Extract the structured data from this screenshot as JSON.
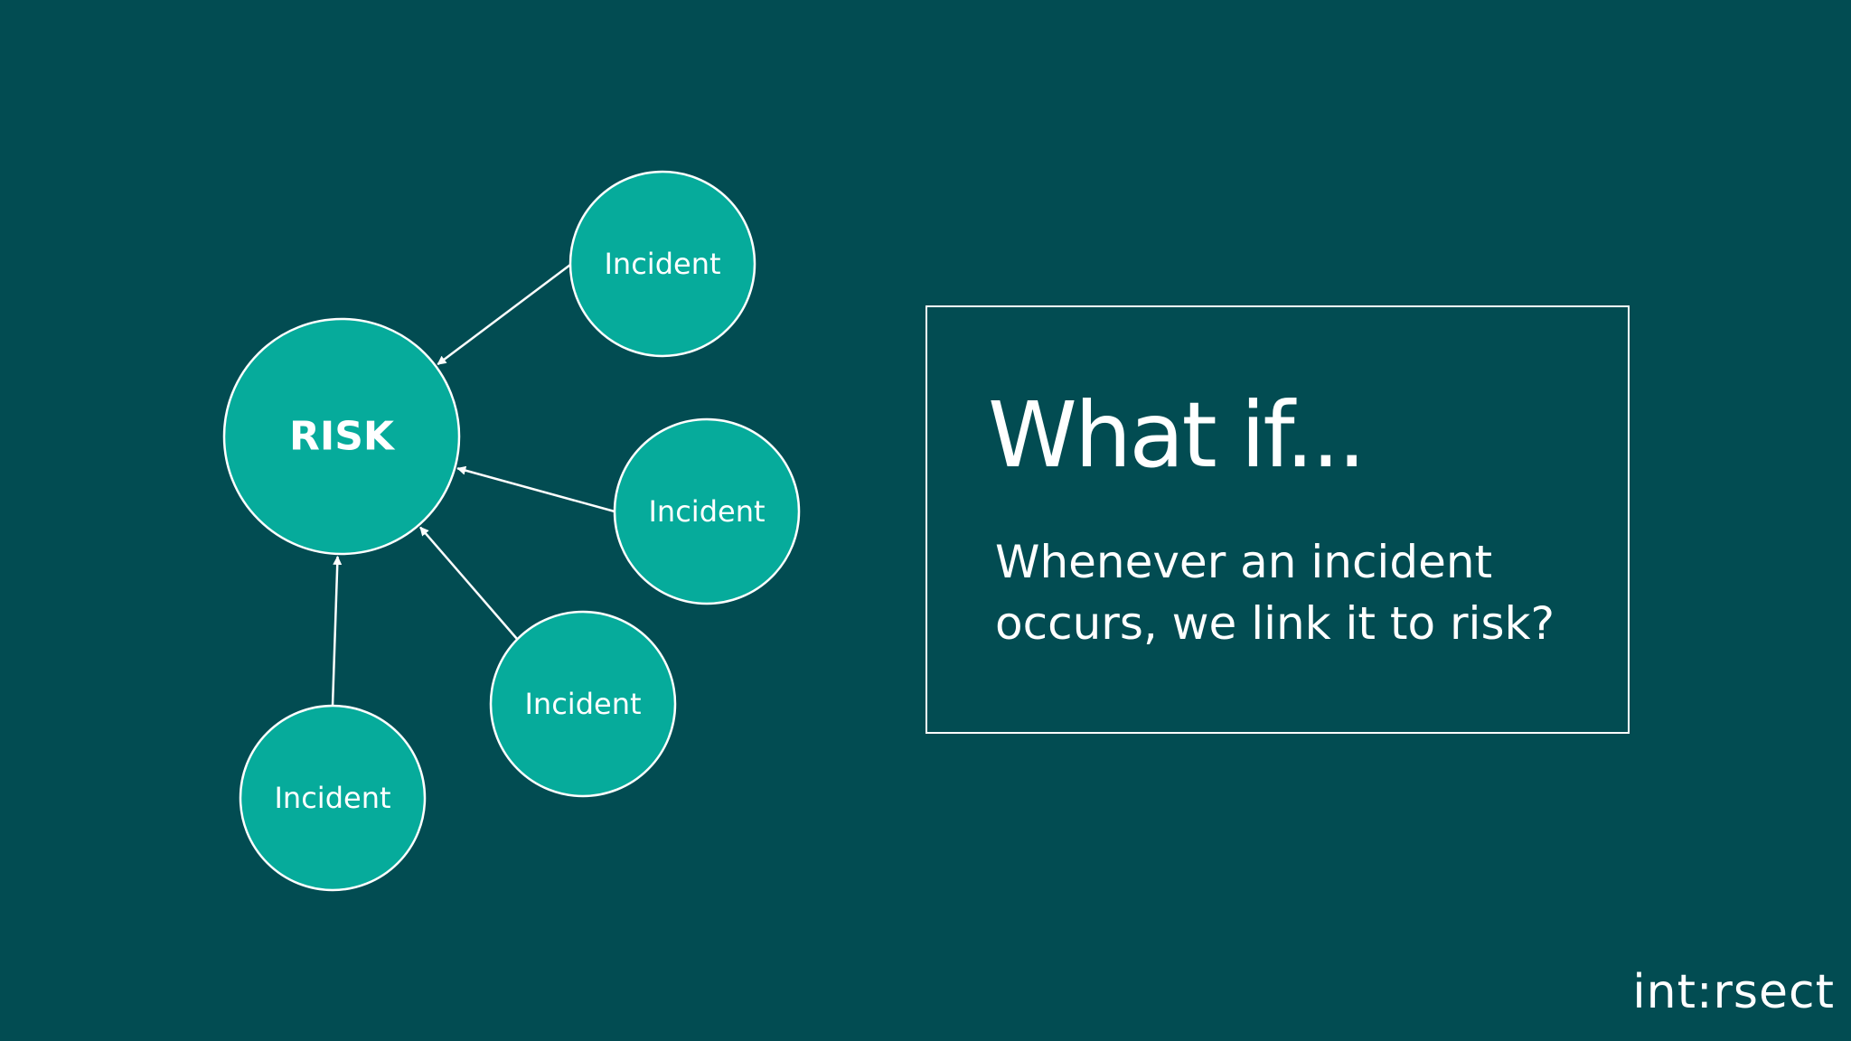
{
  "diagram": {
    "nodes": [
      {
        "id": "risk",
        "label": "RISK",
        "type": "risk"
      },
      {
        "id": "incident-1",
        "label": "Incident",
        "type": "incident"
      },
      {
        "id": "incident-2",
        "label": "Incident",
        "type": "incident"
      },
      {
        "id": "incident-3",
        "label": "Incident",
        "type": "incident"
      },
      {
        "id": "incident-4",
        "label": "Incident",
        "type": "incident"
      }
    ],
    "edges": [
      {
        "from": "incident-1",
        "to": "risk"
      },
      {
        "from": "incident-2",
        "to": "risk"
      },
      {
        "from": "incident-3",
        "to": "risk"
      },
      {
        "from": "incident-4",
        "to": "risk"
      }
    ]
  },
  "callout": {
    "title": "What if...",
    "body": "Whenever an incident occurs, we link it to risk?"
  },
  "brand": {
    "logo_text": "int:rsect"
  },
  "colors": {
    "background": "#024c52",
    "node_fill": "#06ab9b",
    "stroke": "#ffffff",
    "text": "#ffffff"
  }
}
